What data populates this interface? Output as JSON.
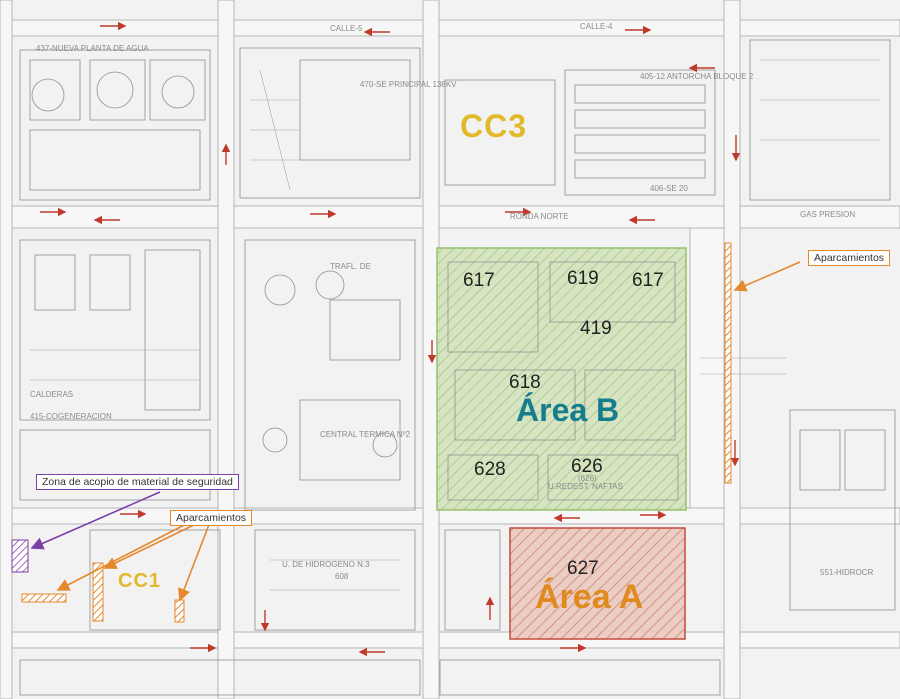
{
  "areas": {
    "area_a": "Área A",
    "area_b": "Área B"
  },
  "control_centers": {
    "cc3": "CC3",
    "cc1": "CC1"
  },
  "unit_numbers": {
    "n617_left": "617",
    "n619": "619",
    "n617_right": "617",
    "n419": "419",
    "n618": "618",
    "n628": "628",
    "n626": "626",
    "n627": "627"
  },
  "callouts": {
    "parking_right": "Aparcamientos",
    "parking_left": "Aparcamientos",
    "security_material": "Zona de acopio de material de seguridad"
  },
  "plan_labels": {
    "plant_437": "437-NUEVA PLANTA DE AGUA",
    "se_470": "470-SE PRINCIPAL 138KV",
    "antorcha": "405-12 ANTORCHA BLOQUE 2",
    "se_406": "406-SE 20",
    "calle_5": "CALLE-5",
    "calle_4": "CALLE-4",
    "ronda": "RONDA NORTE",
    "traf": "TRAFL. DE",
    "cogeneracion": "415-COGENERACION",
    "central": "CENTRAL TERMICA Nº2",
    "naftas": "U.REDEST. NAFTAS",
    "hidrogeno": "U. DE HIDROGENO N.3",
    "n608": "608",
    "hidrocr": "551-HIDROCR",
    "calderas": "CALDERAS",
    "gas_presion": "GAS PRESION",
    "n626_small": "(626)"
  },
  "colors": {
    "area_b_fill": "#c9dcae",
    "area_b_stroke": "#8dbb5e",
    "area_b_text": "#167d8f",
    "area_a_fill": "#e6b9ac",
    "area_a_stroke": "#c0392b",
    "area_a_text": "#e08a1f",
    "cc_text": "#e2b92a",
    "parking": "#e6882e",
    "security": "#7b3fa8",
    "traffic_arrow": "#c0392b"
  }
}
